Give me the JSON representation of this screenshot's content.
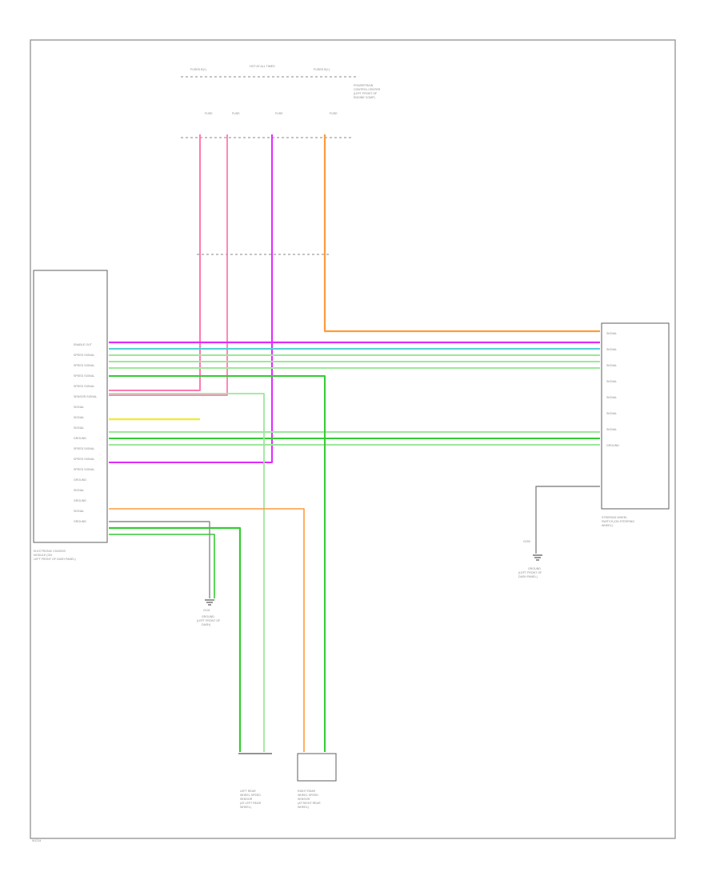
{
  "diagram": {
    "code": "W1234",
    "colors": {
      "pink": "#ff7ab0",
      "magenta": "#e02cff",
      "orange": "#ff9b3a",
      "green": "#33cc33",
      "light_green": "#9be89b",
      "cyan": "#4fd4d4",
      "yellow": "#f0ea40",
      "gray": "#8a8a8a"
    },
    "pdc": {
      "title_lines": [
        "POWERTRAIN",
        "CONTROL CENTER",
        "(LEFT FRONT OF",
        "ENGINE COMP)"
      ],
      "fuse_labels": [
        "FUSE",
        "FUSE",
        "FUSE",
        "FUSE"
      ],
      "bus_labels": [
        "FUSED B(+)",
        "HOT AT ALL TIMES",
        "FUSED B(+)"
      ]
    },
    "ecu": {
      "name_lines": [
        "ELECTRONIC CHASSIS",
        "MODULE (ON",
        "LEFT FRONT OF DASH PANEL)"
      ],
      "pins": [
        "ENABLE OUT",
        "SPEED SIGNAL",
        "SPEED SIGNAL",
        "SPEED SIGNAL",
        "SPEED SIGNAL",
        "SENSOR SIGNAL",
        "SIGNAL",
        "SIGNAL",
        "SIGNAL",
        "GROUND",
        "SPEED SIGNAL",
        "SPEED SIGNAL",
        "SPEED SIGNAL",
        "GROUND",
        "SIGNAL",
        "GROUND",
        "SIGNAL",
        "GROUND"
      ]
    },
    "right_module": {
      "name_lines": [
        "STEERING WHEEL",
        "SWITCH (ON STEERING",
        "WHEEL)"
      ],
      "pins": [
        "SIGNAL",
        "SIGNAL",
        "SIGNAL",
        "SIGNAL",
        "SIGNAL",
        "SIGNAL",
        "SIGNAL",
        "GROUND"
      ]
    },
    "ground_labels": [
      "G101",
      "G200"
    ],
    "ground_notes": [
      [
        "GROUND",
        "(LEFT FRONT OF",
        "DASH)"
      ],
      [
        "GROUND",
        "(LEFT FRONT OF",
        "DASH PANEL)"
      ]
    ],
    "sensors": [
      {
        "name_lines": [
          "LEFT REAR",
          "WHEEL SPEED",
          "SENSOR",
          "(AT LEFT REAR",
          "WHEEL)"
        ]
      },
      {
        "name_lines": [
          "RIGHT REAR",
          "WHEEL SPEED",
          "SENSOR",
          "(AT RIGHT REAR",
          "WHEEL)"
        ]
      }
    ]
  }
}
